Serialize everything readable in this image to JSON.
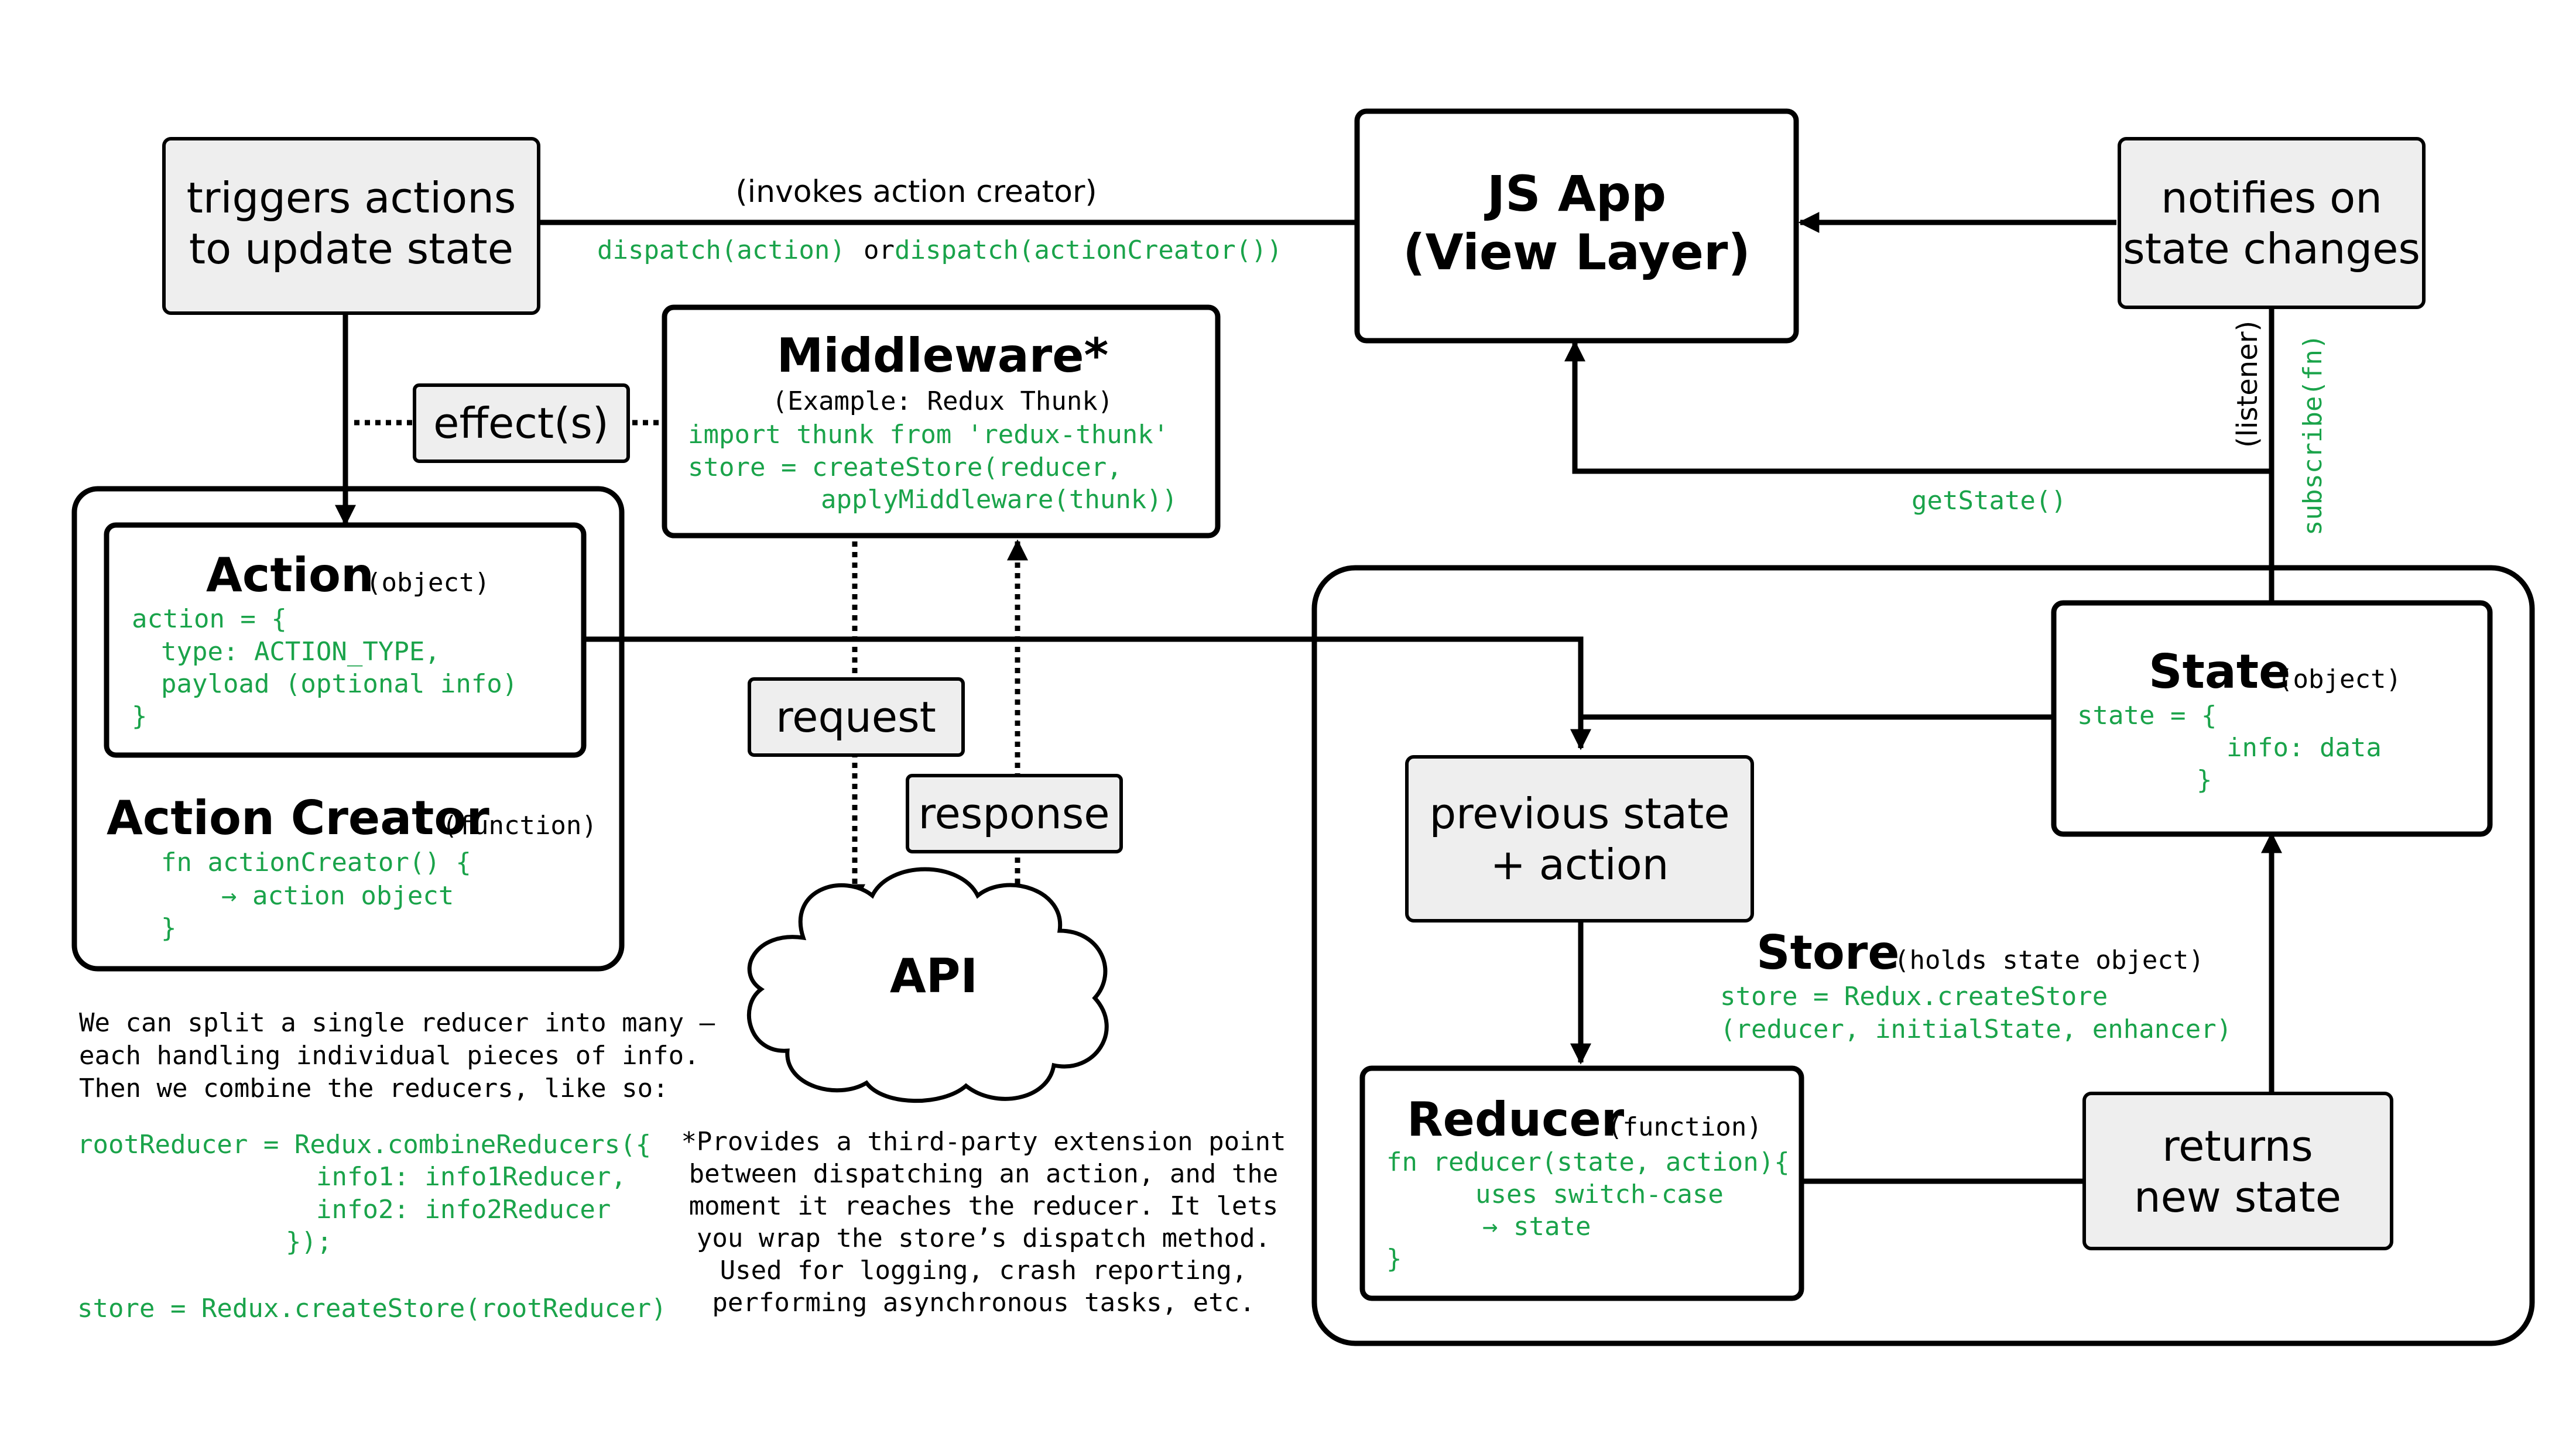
{
  "colors": {
    "ink": "#000000",
    "code": "#1aa34a",
    "fill_gray": "#eeeeee",
    "background": "#ffffff"
  },
  "triggers": {
    "line1": "triggers actions",
    "line2": "to update state"
  },
  "js_app": {
    "line1": "JS App",
    "line2": "(View Layer)"
  },
  "notifies": {
    "line1": "notifies on",
    "line2": "state changes"
  },
  "invokes": {
    "label": "(invokes action creator)",
    "dispatch1": "dispatch(action)",
    "or": "or",
    "dispatch2": "dispatch(actionCreator())"
  },
  "effects_label": "effect(s)",
  "middleware": {
    "title": "Middleware*",
    "example": "(Example: Redux Thunk)",
    "code1": "import thunk from 'redux-thunk'",
    "code2": "store = createStore(reducer,",
    "code3": "applyMiddleware(thunk))"
  },
  "listener": "(listener)",
  "subscribe": "subscribe(fn)",
  "get_state": "getState()",
  "action": {
    "title": "Action",
    "kind": "(object)",
    "code1": "action = {",
    "code2": "type: ACTION_TYPE,",
    "code3": "payload (optional info)",
    "code4": "}"
  },
  "action_creator": {
    "title": "Action Creator",
    "kind": "(function)",
    "code1": "fn actionCreator() {",
    "code2": "→ action object",
    "code3": "}"
  },
  "request_label": "request",
  "response_label": "response",
  "api_label": "API",
  "state": {
    "title": "State",
    "kind": "(object)",
    "code1": "state = {",
    "code2": "info: data",
    "code3": "}"
  },
  "prev_state": {
    "line1": "previous state",
    "line2": "+ action"
  },
  "store": {
    "title": "Store",
    "kind": "(holds state object)",
    "code1": "store = Redux.createStore",
    "code2": "(reducer, initialState, enhancer)"
  },
  "reducer": {
    "title": "Reducer",
    "kind": "(function)",
    "code1": "fn reducer(state, action){",
    "code2": "uses switch-case",
    "code3": "→ state",
    "code4": "}"
  },
  "returns": {
    "line1": "returns",
    "line2": "new state"
  },
  "split_note": {
    "line1": "We can split a single reducer into many –",
    "line2": "each handling individual pieces of info.",
    "line3": "Then we combine  the reducers, like so:",
    "code1": "rootReducer = Redux.combineReducers({",
    "code2": "info1: info1Reducer,",
    "code3": "info2: info2Reducer",
    "code4": "});",
    "code5": "store = Redux.createStore(rootReducer)"
  },
  "footnote": {
    "line1": "*Provides a third-party extension point",
    "line2": "between dispatching an action, and the",
    "line3": "moment it reaches the reducer. It lets",
    "line4": "you wrap the store’s dispatch method.",
    "line5": "Used for logging, crash reporting,",
    "line6": "performing asynchronous tasks, etc."
  }
}
